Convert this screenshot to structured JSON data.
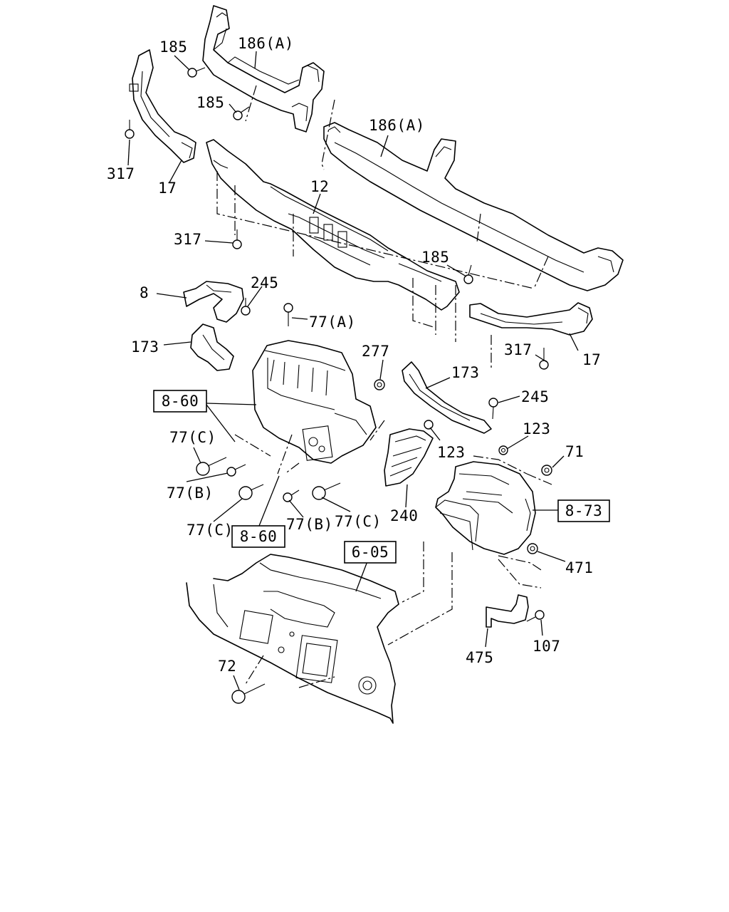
{
  "labels": {
    "l185a": "185",
    "l186a": "186(A)",
    "l185b": "185",
    "l186b": "186(A)",
    "l317a": "317",
    "l17a": "17",
    "l12": "12",
    "l317b": "317",
    "l185c": "185",
    "l8": "8",
    "l245a": "245",
    "l77a": "77(A)",
    "l173a": "173",
    "l277": "277",
    "l317c": "317",
    "l17b": "17",
    "l173b": "173",
    "l245b": "245",
    "l123a": "123",
    "l123b": "123",
    "l71": "71",
    "l77c1": "77(C)",
    "l77b1": "77(B)",
    "l77c2": "77(C)",
    "l77b2": "77(B)",
    "l77c3": "77(C)",
    "l240": "240",
    "l471": "471",
    "l72": "72",
    "l475": "475",
    "l107": "107"
  },
  "refs": {
    "r860a": "8-60",
    "r860b": "8-60",
    "r873": "8-73",
    "r605": "6-05"
  }
}
